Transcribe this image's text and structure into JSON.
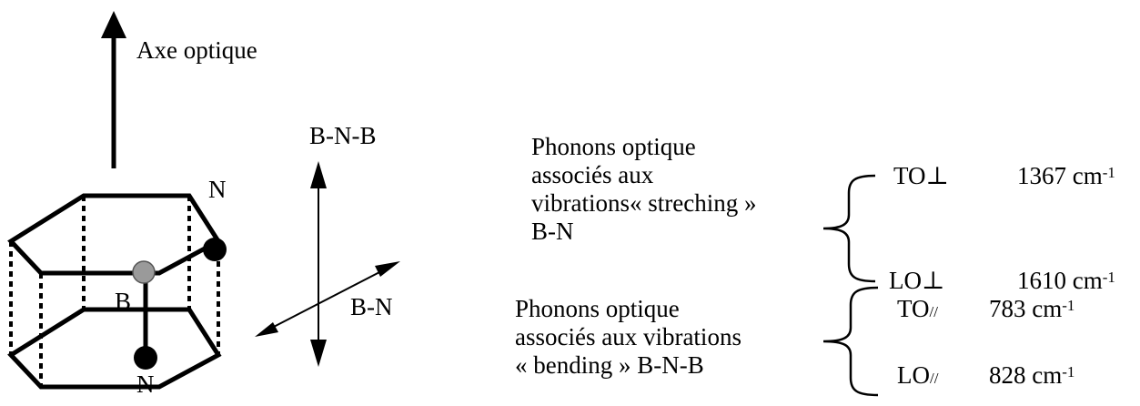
{
  "structure": {
    "axis_label": "Axe optique",
    "atom_n_top": "N",
    "atom_b": "B",
    "atom_n_bottom": "N",
    "bond_bnb": "B-N-B",
    "bond_bn": "B-N"
  },
  "stretching": {
    "lines": [
      "Phonons optique",
      "associés aux",
      "vibrations« streching »",
      "B-N"
    ],
    "modes": [
      {
        "mode": "TO",
        "symbol": "⊥",
        "value": "1367 cm",
        "exp": "-1"
      },
      {
        "mode": "LO",
        "symbol": "⊥",
        "value": "1610 cm",
        "exp": "-1"
      }
    ]
  },
  "bending": {
    "lines": [
      "Phonons optique",
      "associés aux vibrations",
      "« bending » B-N-B"
    ],
    "modes": [
      {
        "mode": "TO",
        "symbol": "//",
        "value": "783 cm",
        "exp": "-1"
      },
      {
        "mode": "LO",
        "symbol": "//",
        "value": "828 cm",
        "exp": "-1"
      }
    ]
  },
  "colors": {
    "atom_n": "#000000",
    "atom_b": "#9a9a9a",
    "line": "#000000"
  }
}
